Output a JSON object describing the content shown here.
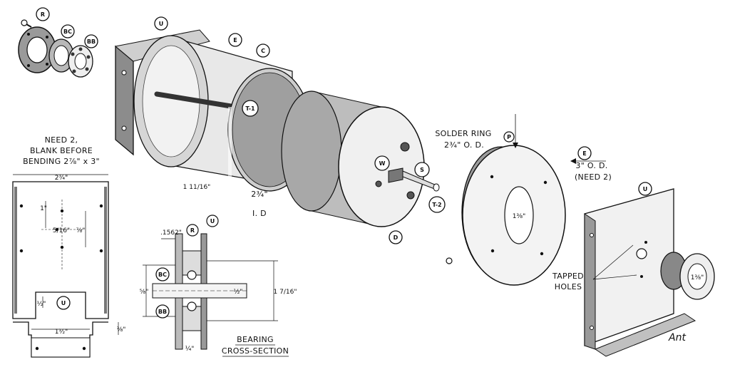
{
  "callouts": {
    "r": "R",
    "bc": "BC",
    "bb": "BB",
    "u": "U",
    "e": "E",
    "c": "C",
    "t1": "T-1",
    "t2": "T-2",
    "w": "W",
    "s": "S",
    "d": "D",
    "p": "P"
  },
  "notes": {
    "need2_l1": "NEED 2,",
    "need2_l2": "BLANK BEFORE",
    "need2_l3": "BENDING 2⅞\" x 3\"",
    "solder_l1": "SOLDER RING",
    "solder_l2": "2¾\" O. D.",
    "e_od_l1": "3\" O. D.",
    "e_od_l2": "(NEED 2)",
    "tapped_l1": "TAPPED",
    "tapped_l2": "HOLES",
    "bearing_l1": "BEARING",
    "bearing_l2": "CROSS-SECTION",
    "id_l1": "2¾\"",
    "id_l2": "I. D",
    "signature": "Ant"
  },
  "dims": {
    "width_top": "2¾\"",
    "d_1in": "1\"",
    "d_5_16": "5/16\"",
    "d_7_8": "⅞\"",
    "d_half": "½\"",
    "d_1_half": "1½\"",
    "d_3_8": "⅜\"",
    "d_1_11_16": "1 11/16\"",
    "d_1562": ".1562\"",
    "d_5_8": "⅝\"",
    "d_shaft": "½\"",
    "d_1_7_16": "1 7/16\"",
    "d_quarter": "¼\"",
    "d_1_3_8": "1⅜\"",
    "d_1_3_8b": "1⅜\""
  }
}
